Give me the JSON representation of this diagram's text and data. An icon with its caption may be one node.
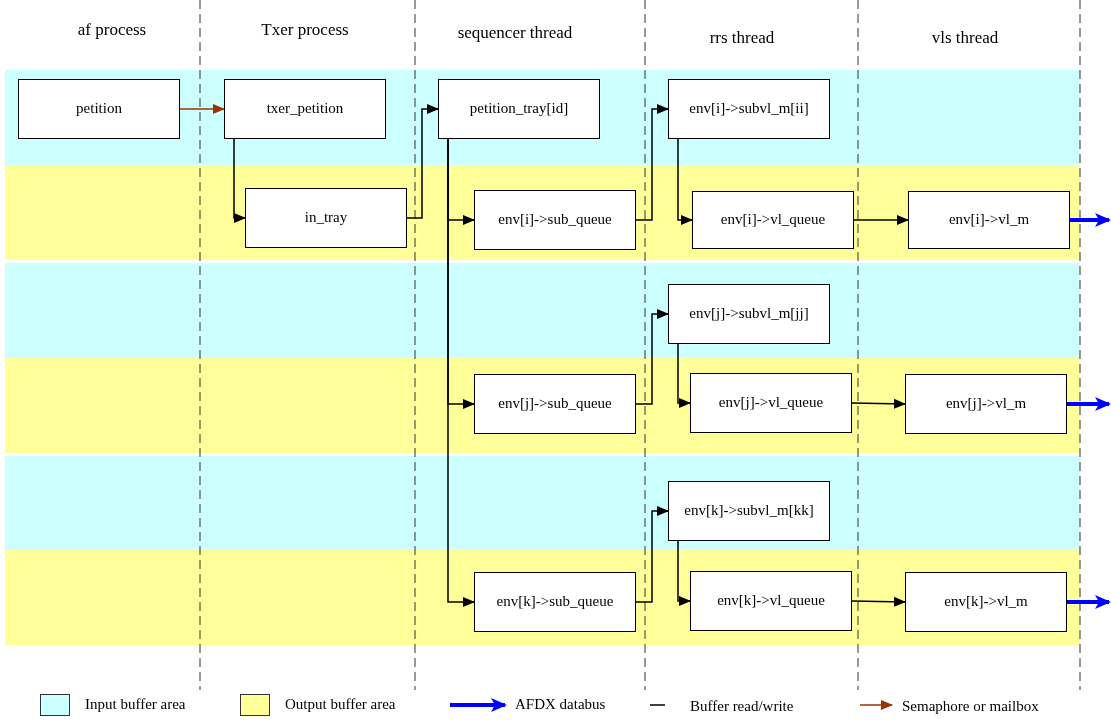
{
  "diagram": {
    "nodes": [
      {
        "text": [
          "petition"
        ]
      },
      {
        "text": [
          "txer_petition"
        ]
      },
      {
        "text": [
          "in_tray"
        ]
      },
      {
        "text": [
          "petition_tray[id]"
        ]
      },
      {
        "text": [
          "env[i]->sub_queue"
        ]
      },
      {
        "text": [
          "env[j]->sub_queue"
        ]
      },
      {
        "text": [
          "env[k]->sub_queue"
        ]
      },
      {
        "text": [
          "env[i]->subvl_m[ii]"
        ]
      },
      {
        "text": [
          "env[i]->vl_queue"
        ]
      },
      {
        "text": [
          "env[j]->subvl_m[jj]"
        ]
      },
      {
        "text": [
          "env[j]->vl_queue"
        ]
      },
      {
        "text": [
          "env[k]->subvl_m[kk]"
        ]
      },
      {
        "text": [
          "env[k]->vl_queue"
        ]
      },
      {
        "text": [
          "env[i]->vl_m"
        ]
      },
      {
        "text": [
          "env[j]->vl_m"
        ]
      },
      {
        "text": [
          "env[k]->vl_m"
        ]
      }
    ],
    "edges": [
      {
        "from": 0,
        "to": 1,
        "arrow": "to",
        "color": "#993300"
      },
      {
        "from": 1,
        "to": 2,
        "arrow": "to"
      },
      {
        "from": 2,
        "to": 3,
        "arrow": "to"
      },
      {
        "from": 3,
        "to": 4,
        "arrow": "to"
      },
      {
        "from": 3,
        "to": 5,
        "arrow": "to"
      },
      {
        "from": 3,
        "to": 6,
        "arrow": "to"
      },
      {
        "from": 4,
        "to": 7,
        "arrow": "to"
      },
      {
        "from": 7,
        "to": 8,
        "arrow": "to"
      },
      {
        "from": 5,
        "to": 9,
        "arrow": "to"
      },
      {
        "from": 9,
        "to": 10,
        "arrow": "to"
      },
      {
        "from": 6,
        "to": 11,
        "arrow": "to"
      },
      {
        "from": 11,
        "to": 12,
        "arrow": "to"
      },
      {
        "from": 8,
        "to": 13,
        "arrow": "to"
      },
      {
        "from": 10,
        "to": 14,
        "arrow": "to"
      },
      {
        "from": 12,
        "to": 15,
        "arrow": "to"
      },
      {
        "from": 13,
        "to": null,
        "arrow": "to",
        "style": "thick",
        "color": "#0000ff"
      },
      {
        "from": 14,
        "to": null,
        "arrow": "to",
        "style": "thick",
        "color": "#0000ff"
      },
      {
        "from": 15,
        "to": null,
        "arrow": "to",
        "style": "thick",
        "color": "#0000ff"
      }
    ],
    "labels": [
      "af process",
      "Txer process",
      "sequencer thread",
      "rrs thread",
      "vls thread"
    ],
    "legend": [
      {
        "text": "Input buffer area",
        "color": "#ccffff"
      },
      {
        "text": "Output buffer area",
        "color": "#ffff99"
      },
      {
        "text": "AFDX databus"
      },
      {
        "text": "Buffer read/write"
      },
      {
        "text": "Semaphore or mailbox"
      }
    ]
  }
}
